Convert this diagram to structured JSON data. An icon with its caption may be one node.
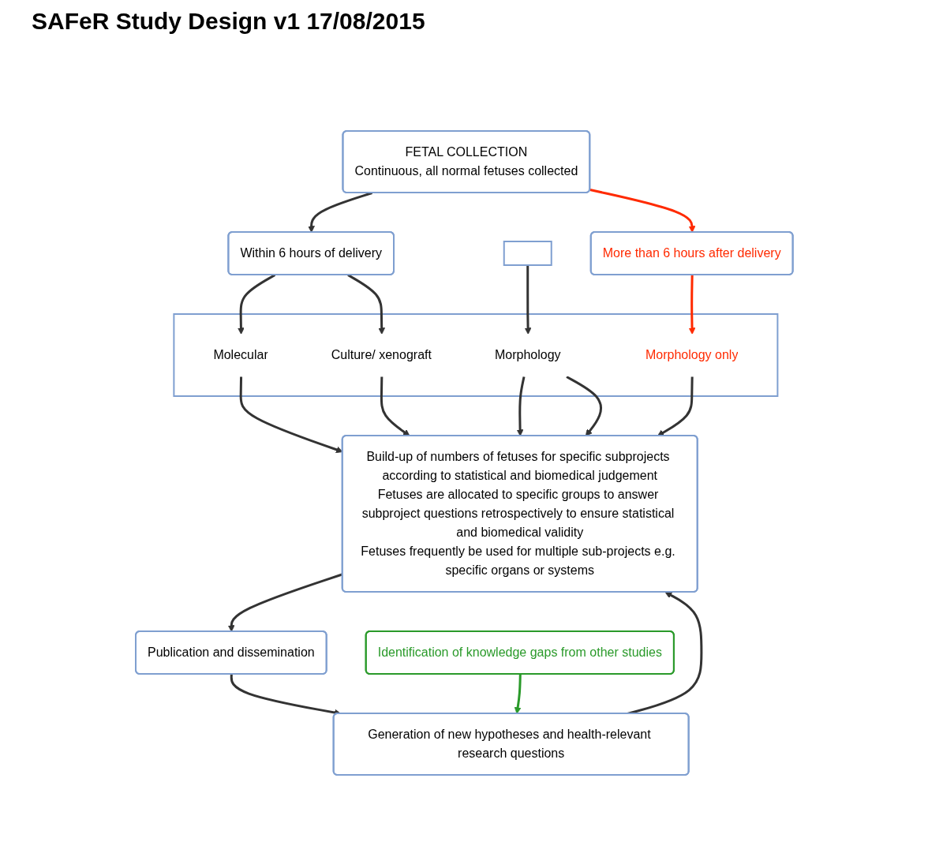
{
  "diagram": {
    "title": "SAFeR Study Design v1 17/08/2015",
    "nodes": [
      {
        "text": [
          "FETAL COLLECTION",
          "Continuous, all normal fetuses collected"
        ]
      },
      {
        "text": [
          "Within 6 hours of delivery"
        ]
      },
      {
        "text": [],
        "shape": "box"
      },
      {
        "text": [
          "More than 6 hours after delivery"
        ]
      },
      {
        "text": [],
        "shape": "box"
      },
      {
        "text": [
          "Molecular"
        ],
        "in": 4
      },
      {
        "text": [
          "Culture/ xenograft"
        ],
        "in": 4
      },
      {
        "text": [
          "Morphology"
        ],
        "in": 4
      },
      {
        "text": [
          "Morphology only"
        ],
        "in": 4
      },
      {
        "text": [
          "Build-up of numbers of fetuses for specific subprojects according to statistical and biomedical judgement",
          "Fetuses are allocated to specific groups to answer subproject questions retrospectively to ensure statistical and biomedical validity",
          "Fetuses frequently be used for multiple sub-projects e.g. specific organs or systems"
        ]
      },
      {
        "text": [
          "Publication and dissemination"
        ]
      },
      {
        "text": [
          "Generation of new hypotheses and health-relevant research questions"
        ]
      },
      {
        "text": [
          "Identification of knowledge gaps from other studies"
        ]
      }
    ],
    "edges": [
      {
        "from": 0,
        "to": 1,
        "arrow": "to"
      },
      {
        "from": 0,
        "to": 3,
        "arrow": "to",
        "color": "#ff2a00"
      },
      {
        "from": 1,
        "to": 5,
        "arrow": "to"
      },
      {
        "from": 1,
        "to": 6,
        "arrow": "to"
      },
      {
        "from": 2,
        "to": 7,
        "arrow": "to"
      },
      {
        "from": 3,
        "to": 8,
        "arrow": "to",
        "color": "#ff2a00"
      },
      {
        "from": 5,
        "to": 9,
        "arrow": "to"
      },
      {
        "from": 6,
        "to": 9,
        "arrow": "to"
      },
      {
        "from": 7,
        "to": 9,
        "arrow": "to"
      },
      {
        "from": 7,
        "to": 9,
        "arrow": "to"
      },
      {
        "from": 8,
        "to": 9,
        "arrow": "to"
      },
      {
        "from": 9,
        "to": 10,
        "arrow": "to"
      },
      {
        "from": 10,
        "to": 11,
        "arrow": "to"
      },
      {
        "from": 12,
        "to": 11,
        "arrow": "to",
        "color": "#2a9a2a"
      },
      {
        "from": 11,
        "to": 9,
        "arrow": "to"
      }
    ]
  }
}
